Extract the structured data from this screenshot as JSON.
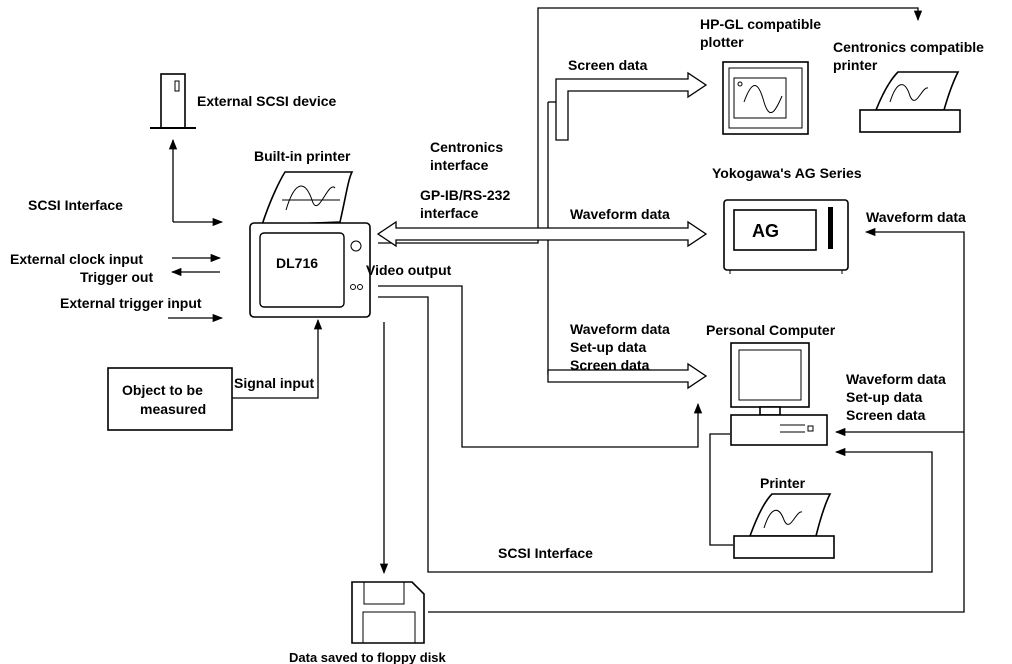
{
  "labels": {
    "hpgl_plotter_1": "HP-GL compatible",
    "hpgl_plotter_2": "plotter",
    "centronics_printer_1": "Centronics compatible",
    "centronics_printer_2": "printer",
    "screen_data_top": "Screen data",
    "external_scsi_device": "External SCSI device",
    "built_in_printer": "Built-in printer",
    "centronics_interface_1": "Centronics",
    "centronics_interface_2": "interface",
    "ag_series": "Yokogawa's AG Series",
    "ag_logo": "AG",
    "scsi_interface_left": "SCSI Interface",
    "gpib_interface_1": "GP-IB/RS-232",
    "gpib_interface_2": "interface",
    "waveform_data_mid": "Waveform data",
    "waveform_data_right": "Waveform data",
    "external_clock_input": "External clock input",
    "trigger_out": "Trigger out",
    "dl716": "DL716",
    "video_output": "Video output",
    "external_trigger_input": "External trigger input",
    "pc_waveform": "Waveform data",
    "pc_setup": "Set-up data",
    "pc_screen": "Screen data",
    "personal_computer": "Personal Computer",
    "right_waveform": "Waveform data",
    "right_setup": "Set-up data",
    "right_screen": "Screen data",
    "object_1": "Object to be",
    "object_2": "measured",
    "signal_input": "Signal input",
    "printer": "Printer",
    "scsi_interface_bottom": "SCSI Interface",
    "floppy_saved": "Data saved to floppy disk"
  }
}
